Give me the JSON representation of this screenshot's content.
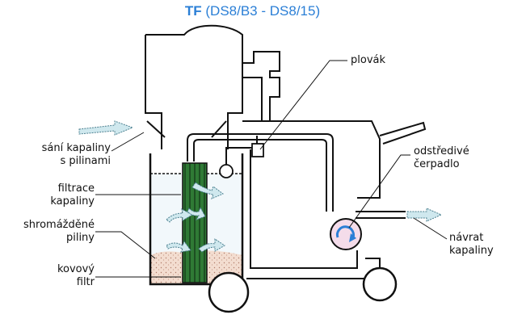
{
  "title": {
    "prefix": "TF",
    "model": "(DS8/B3 - DS8/15)"
  },
  "labels": {
    "inlet": "sání kapaliny\ns pilinami",
    "filtration": "filtrace\nkapaliny",
    "chips": "shromážděné\npiliny",
    "metal_filter": "kovový\nfiltr",
    "float": "plovák",
    "pump": "odstředivé\nčerpadlo",
    "return": "návrat\nkapaliny"
  },
  "colors": {
    "title": "#2b7fd6",
    "line": "#111111",
    "arrow_fill": "#cfe8ee",
    "filter_green": "#2f7a35",
    "filter_dark": "#1d4f22",
    "chips": "#f1d9cc",
    "pump_tint": "#f4dcea",
    "liquid": "#f2f8fb"
  }
}
